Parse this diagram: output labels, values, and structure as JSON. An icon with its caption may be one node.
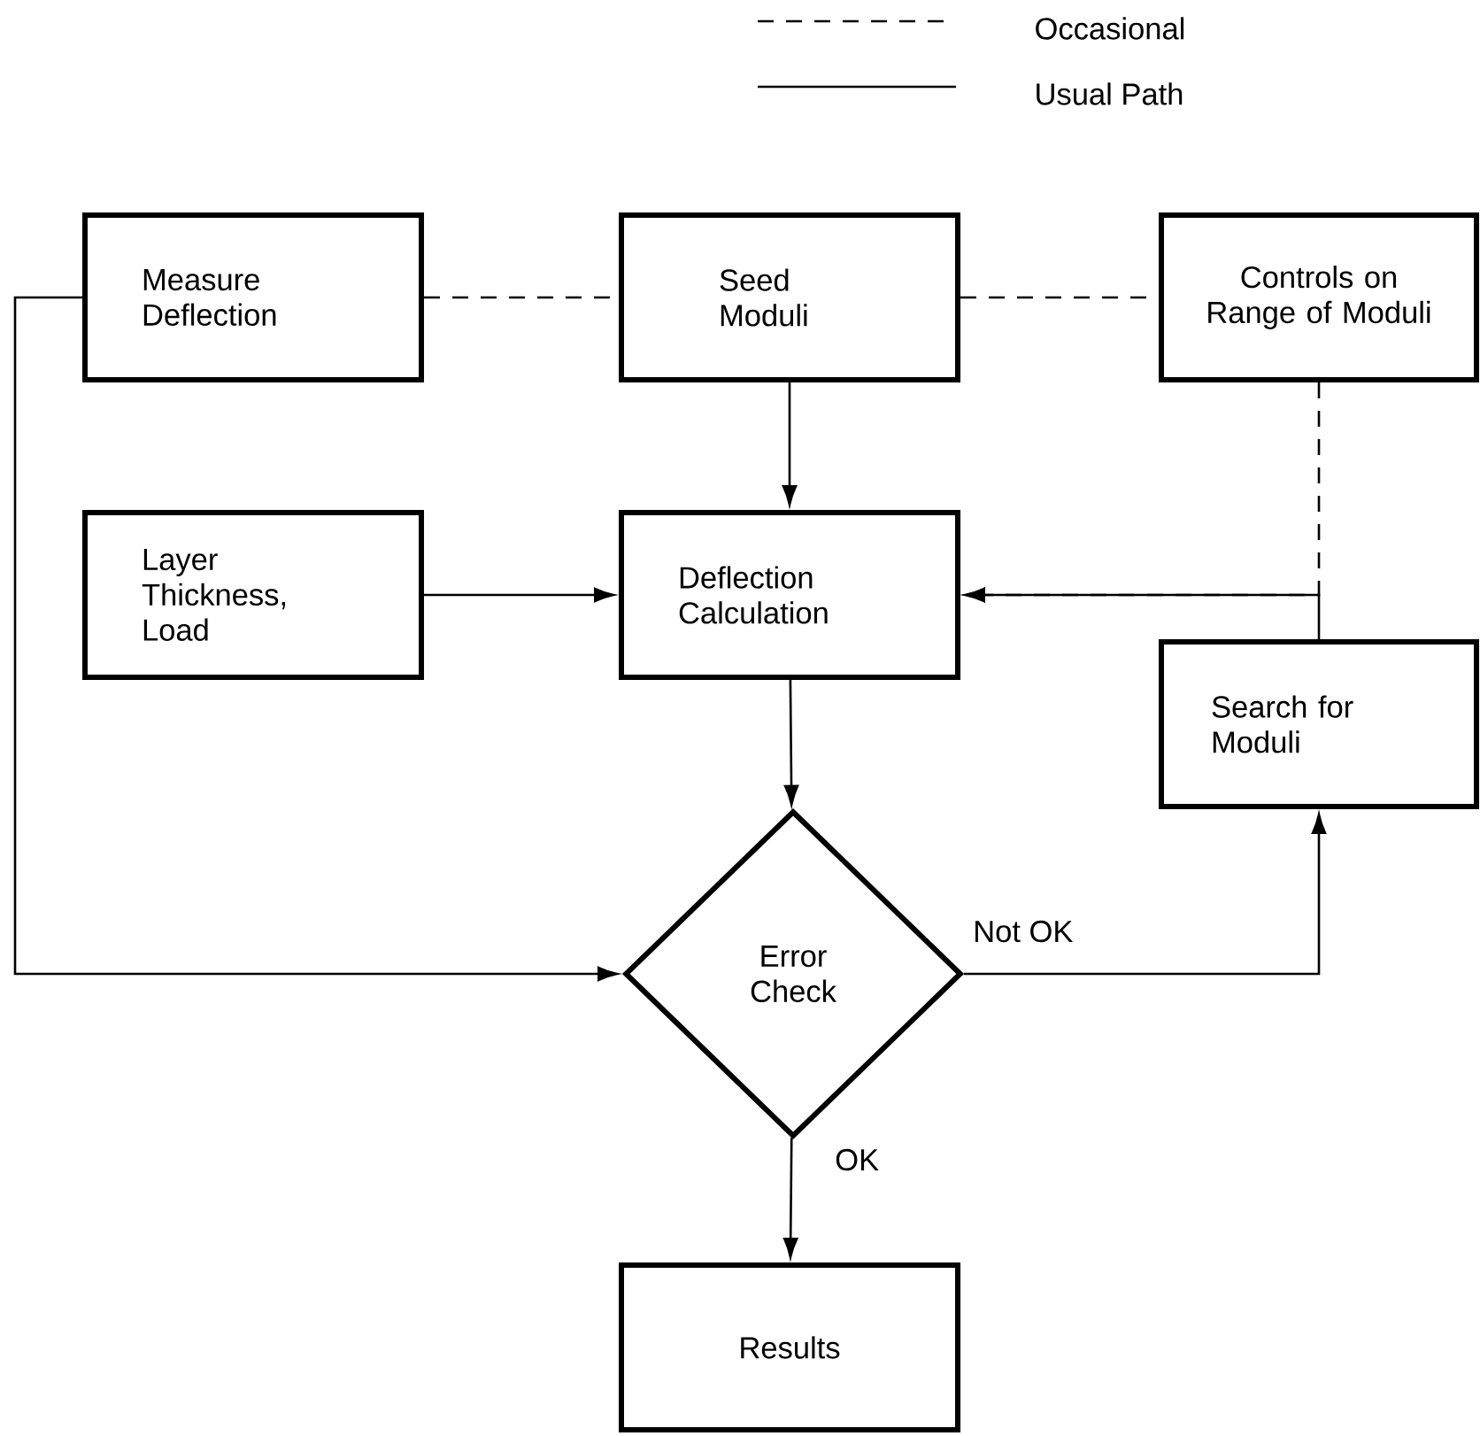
{
  "diagram": {
    "nodes": [
      {
        "text": [
          "Measure Deflection"
        ]
      },
      {
        "text": [
          "Seed Moduli"
        ]
      },
      {
        "text": [
          "Controls on Range of Moduli"
        ]
      },
      {
        "text": [
          "Layer Thickness, Load"
        ]
      },
      {
        "text": [
          "Deflection Calculation"
        ]
      },
      {
        "text": [
          "Search for Moduli"
        ]
      },
      {
        "text": [
          "Error Check"
        ]
      },
      {
        "text": [
          "Results"
        ]
      }
    ],
    "edges": [
      {
        "from": 0,
        "to": 1,
        "arrow": "none",
        "style": "dashed"
      },
      {
        "from": 1,
        "to": 2,
        "arrow": "none",
        "style": "dashed"
      },
      {
        "from": 1,
        "to": 4,
        "arrow": "to"
      },
      {
        "from": 3,
        "to": 4,
        "arrow": "to"
      },
      {
        "from": 5,
        "to": 4,
        "arrow": "to"
      },
      {
        "from": 2,
        "to": 4,
        "arrow": "to",
        "style": "dashed"
      },
      {
        "from": 0,
        "to": 6,
        "arrow": "to"
      },
      {
        "from": 4,
        "to": 6,
        "arrow": "to"
      },
      {
        "from": 6,
        "to": 5,
        "arrow": "to",
        "label": "Not OK"
      },
      {
        "from": 6,
        "to": 7,
        "arrow": "to",
        "label": "OK"
      }
    ],
    "legend": [
      {
        "text": "Occasional"
      },
      {
        "text": "Usual Path"
      }
    ]
  }
}
